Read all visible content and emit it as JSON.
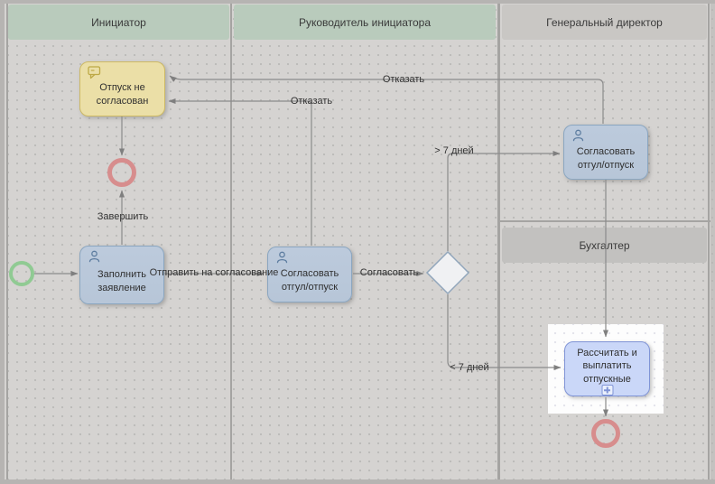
{
  "colors": {
    "canvas_bg": "#d5d3d1",
    "frame": "#b6b4b2",
    "dot": "#bcbbb9",
    "lane_header_green": "#b9cbbc",
    "lane_header_gray": "#c9c7c4",
    "lane_header_gray2": "#c2c1bf",
    "lane_border": "#a5a4a2",
    "task_fill": "#b7c6d8",
    "task_border": "#8ba6c0",
    "selected_task_fill": "#cad7f8",
    "selected_task_border": "#8094d6",
    "note_fill": "#ebdfa7",
    "note_border": "#cdb964",
    "start_event": "#90ca93",
    "end_event": "#d78d8d",
    "flow_line": "#8b8b8b",
    "gateway_fill": "#f0f1f3",
    "gateway_border": "#91a6bb",
    "text": "#2f2f2f",
    "highlight_bg": "#fdfdfd"
  },
  "lanes": {
    "initiator": {
      "label": "Инициатор"
    },
    "manager": {
      "label": "Руководитель инициатора"
    },
    "director": {
      "label": "Генеральный директор"
    },
    "accountant": {
      "label": "Бухгалтер"
    }
  },
  "nodes": {
    "fill_request": {
      "label": "Заполнить заявление"
    },
    "vacation_rejected": {
      "label": "Отпуск не согласован"
    },
    "manager_approve": {
      "label": "Согласовать отгул/отпуск"
    },
    "director_approve": {
      "label": "Согласовать отгул/отпуск"
    },
    "calc_pay": {
      "label": "Рассчитать и выплатить отпускные"
    }
  },
  "edges": {
    "finish": {
      "label": "Завершить"
    },
    "send_approval": {
      "label": "Отправить на согласование"
    },
    "approve": {
      "label": "Согласовать"
    },
    "reject_manager": {
      "label": "Отказать"
    },
    "reject_director": {
      "label": "Отказать"
    },
    "more_7_days": {
      "label": "> 7 дней"
    },
    "less_7_days": {
      "label": "< 7 дней"
    }
  }
}
